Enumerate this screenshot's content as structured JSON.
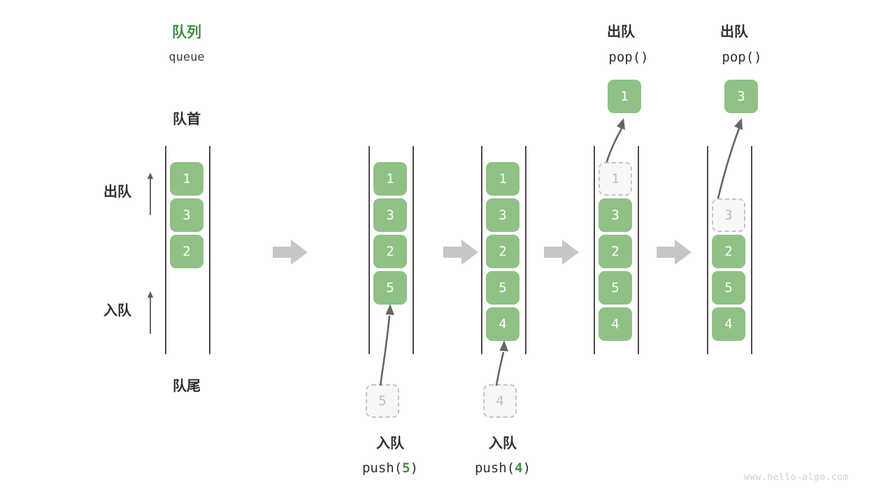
{
  "diagram": {
    "title_cjk": "队列",
    "title_latin": "queue",
    "front_label": "队首",
    "rear_label": "队尾",
    "dequeue_label": "出队",
    "enqueue_label": "入队",
    "watermark": "www.hello-algo.com",
    "colors": {
      "element_fill": "#8fc185",
      "element_text": "#ffffff",
      "ghost_fill": "#f7f7f7",
      "ghost_border": "#c4c4c4",
      "ghost_text": "#bdbdbd",
      "title_green": "#3f8f45",
      "text_dark": "#2f2f2f",
      "rail": "#4a4a4a",
      "transition_arrow": "#c6c6c6",
      "curve_arrow": "#666666",
      "watermark": "#cfcfcf"
    },
    "icons": {
      "transition": "right-block-arrow-icon",
      "direction_up": "up-arrow-icon",
      "flow": "curved-arrow-icon"
    }
  },
  "columns": [
    {
      "id": "initial",
      "caption_cjk": "",
      "caption_code": "",
      "items": [
        {
          "value": "1",
          "state": "filled"
        },
        {
          "value": "3",
          "state": "filled"
        },
        {
          "value": "2",
          "state": "filled"
        }
      ]
    },
    {
      "id": "after-push-5",
      "caption_cjk": "入队",
      "caption_code_prefix": "push(",
      "caption_code_value": "5",
      "caption_code_suffix": ")",
      "incoming_value": "5",
      "items": [
        {
          "value": "1",
          "state": "filled"
        },
        {
          "value": "3",
          "state": "filled"
        },
        {
          "value": "2",
          "state": "filled"
        },
        {
          "value": "5",
          "state": "filled"
        }
      ]
    },
    {
      "id": "after-push-4",
      "caption_cjk": "入队",
      "caption_code_prefix": "push(",
      "caption_code_value": "4",
      "caption_code_suffix": ")",
      "incoming_value": "4",
      "items": [
        {
          "value": "1",
          "state": "filled"
        },
        {
          "value": "3",
          "state": "filled"
        },
        {
          "value": "2",
          "state": "filled"
        },
        {
          "value": "5",
          "state": "filled"
        },
        {
          "value": "4",
          "state": "filled"
        }
      ]
    },
    {
      "id": "after-pop-1",
      "header_cjk": "出队",
      "header_code": "pop()",
      "popped_value": "1",
      "items": [
        {
          "value": "1",
          "state": "ghost"
        },
        {
          "value": "3",
          "state": "filled"
        },
        {
          "value": "2",
          "state": "filled"
        },
        {
          "value": "5",
          "state": "filled"
        },
        {
          "value": "4",
          "state": "filled"
        }
      ]
    },
    {
      "id": "after-pop-3",
      "header_cjk": "出队",
      "header_code": "pop()",
      "popped_value": "3",
      "items": [
        {
          "value": "3",
          "state": "ghost"
        },
        {
          "value": "2",
          "state": "filled"
        },
        {
          "value": "5",
          "state": "filled"
        },
        {
          "value": "4",
          "state": "filled"
        }
      ]
    }
  ]
}
